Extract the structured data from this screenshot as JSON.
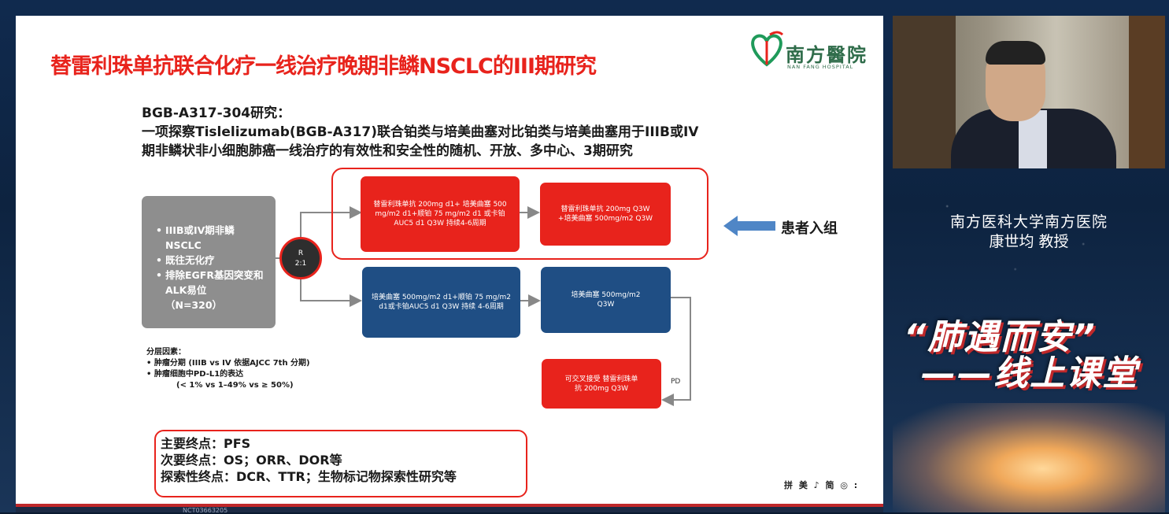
{
  "slide": {
    "title": "替雷利珠单抗联合化疗一线治疗晚期非鳞NSCLC的III期研究",
    "logo": {
      "name": "南方醫院",
      "subtitle": "NAN FANG HOSPITAL"
    },
    "heading": [
      "BGB-A317-304研究：",
      "一项探察Tislelizumab(BGB-A317)联合铂类与培美曲塞对比铂类与培美曲塞用于IIIB或IV",
      "期非鳞状非小细胞肺癌一线治疗的有效性和安全性的随机、开放、多中心、3期研究"
    ],
    "patients": {
      "items": [
        "IIIB或IV期非鳞NSCLC",
        "既往无化疗",
        "排除EGFR基因突变和ALK易位"
      ],
      "n": "（N=320）"
    },
    "randomization": {
      "label": "R",
      "ratio": "2:1"
    },
    "arm_a": {
      "induction": "替雷利珠单抗 200mg d1+ 培美曲塞 500 mg/m2  d1+顺铂 75 mg/m2 d1 或卡铂 AUC5 d1 Q3W 持续4-6周期",
      "maintenance": "替雷利珠单抗 200mg Q3W +培美曲塞 500mg/m2 Q3W"
    },
    "arm_b": {
      "induction": "培美曲塞 500mg/m2 d1+顺铂 75 mg/m2 d1或卡铂AUC5  d1 Q3W 持续 4-6周期",
      "maintenance": "培美曲塞 500mg/m2 Q3W",
      "crossover": "可交叉接受 替雷利珠单抗 200mg Q3W",
      "pd_label": "PD"
    },
    "enrollment_label": "患者入组",
    "stratification": {
      "title": "分层因素：",
      "items": [
        "肿瘤分期 (IIIB vs IV 依据AJCC 7th 分期)",
        "肿瘤细胞中PD-L1的表达"
      ],
      "detail": "(< 1% vs 1–49% vs ≥ 50%)"
    },
    "endpoints": [
      "主要终点：PFS",
      "次要终点：OS；ORR、DOR等",
      "探索性终点：DCR、TTR；生物标记物探索性研究等"
    ],
    "footer_logos": "拼 美 ♪ 简 ◎ :",
    "trial_id": "NCT03663205"
  },
  "speaker": {
    "affiliation": "南方医科大学南方医院",
    "name_title": "康世均  教授"
  },
  "course": {
    "line1": "“肺遇而安”",
    "line2": "——线上课堂"
  },
  "colors": {
    "accent_red": "#e8231c",
    "arm_blue": "#1f4e84",
    "box_gray": "#8e8e8e",
    "logo_green": "#2f6c4a"
  }
}
